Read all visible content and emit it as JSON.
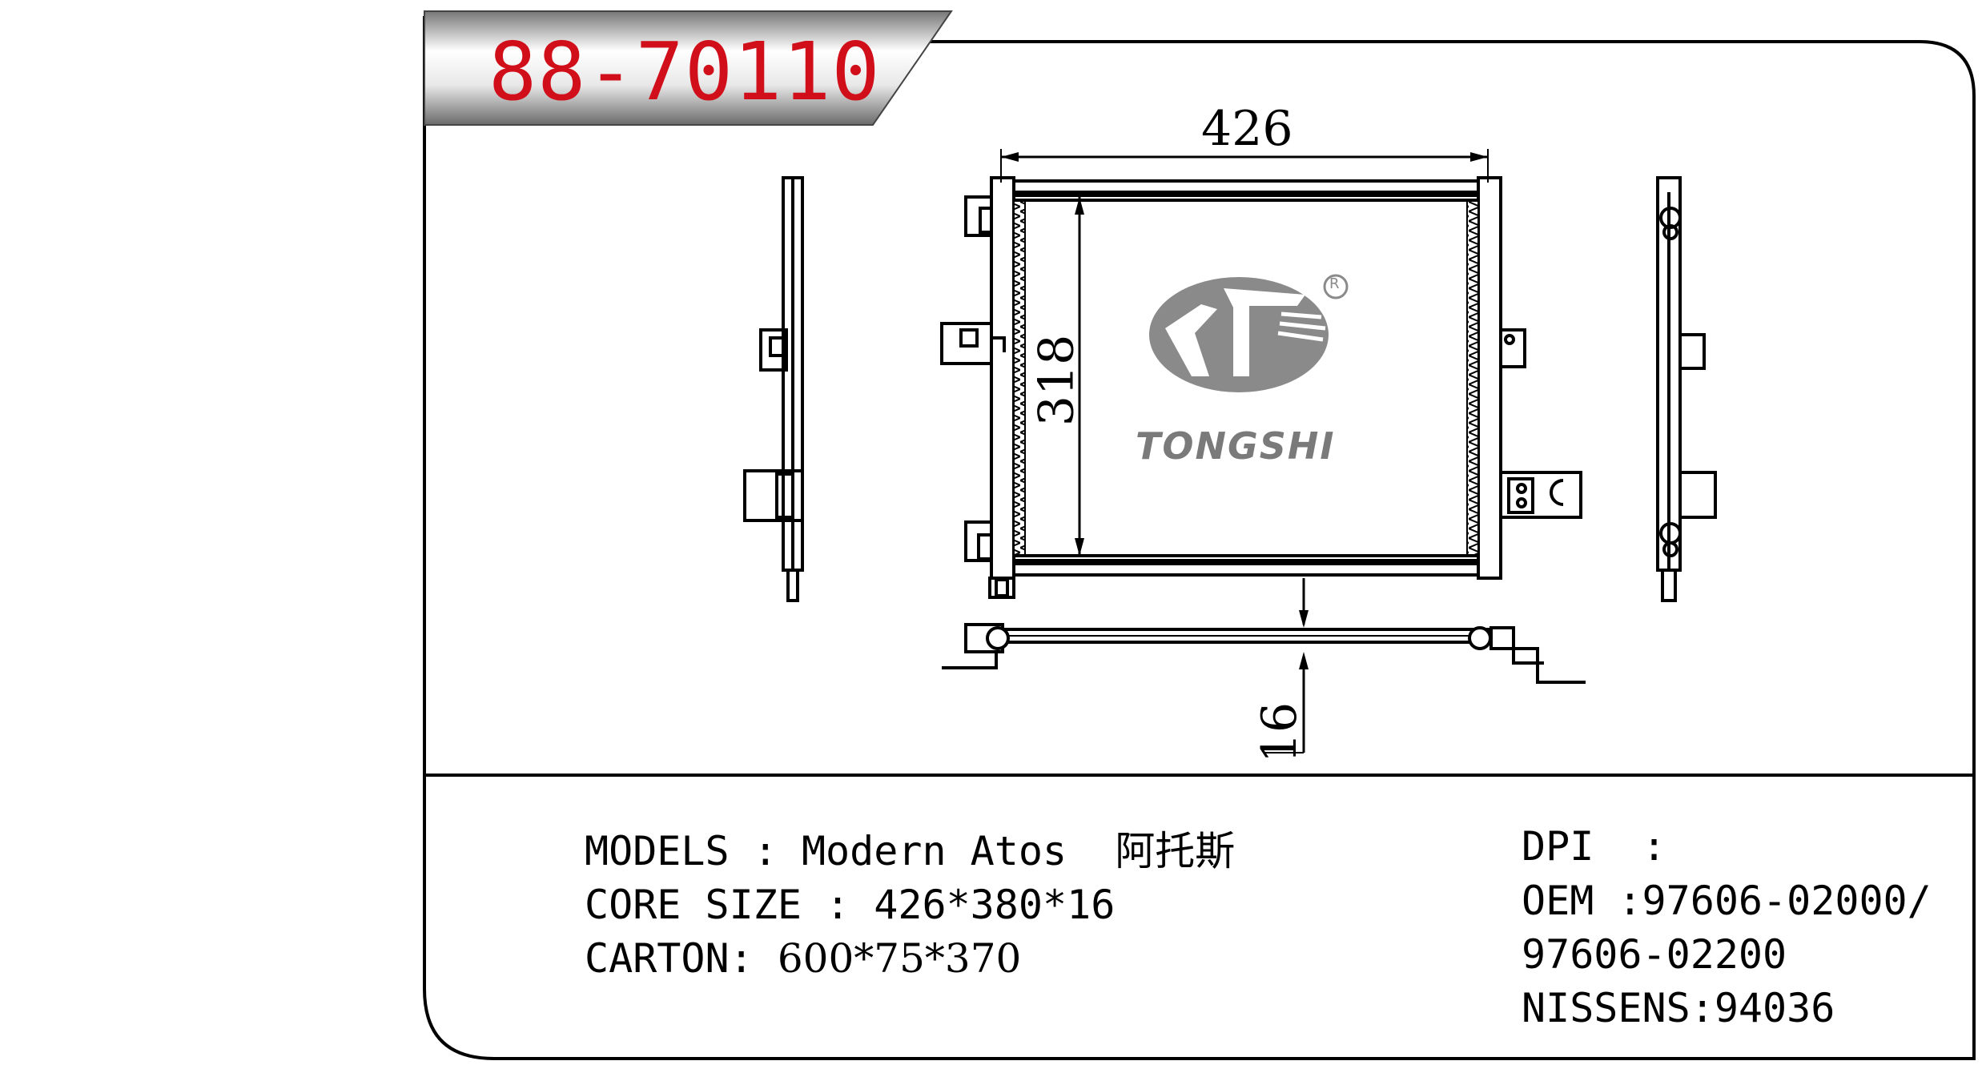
{
  "header": {
    "part_number": "88-70110"
  },
  "drawing": {
    "width_dim": "426",
    "height_dim": "318",
    "depth_dim": "16",
    "brand_name": "TONGSHI",
    "registered_mark": "R"
  },
  "specs": {
    "models_label": "MODELS",
    "models_sep": ":",
    "models_value": "Modern Atos",
    "models_cn": "阿托斯",
    "core_label": "CORE SIZE",
    "core_sep": ":",
    "core_value": "426*380*16",
    "carton_label": "CARTON:",
    "carton_value": "600*75*370",
    "dpi_label": "DPI",
    "dpi_sep": ":",
    "oem_label": "OEM",
    "oem_value_1": ":97606-02000/",
    "oem_value_2": "97606-02200",
    "nissens_label": "NISSENS",
    "nissens_value": ":94036"
  },
  "colors": {
    "part_number": "#d10f1a",
    "logo": "#8a8a8a",
    "line": "#000000"
  }
}
